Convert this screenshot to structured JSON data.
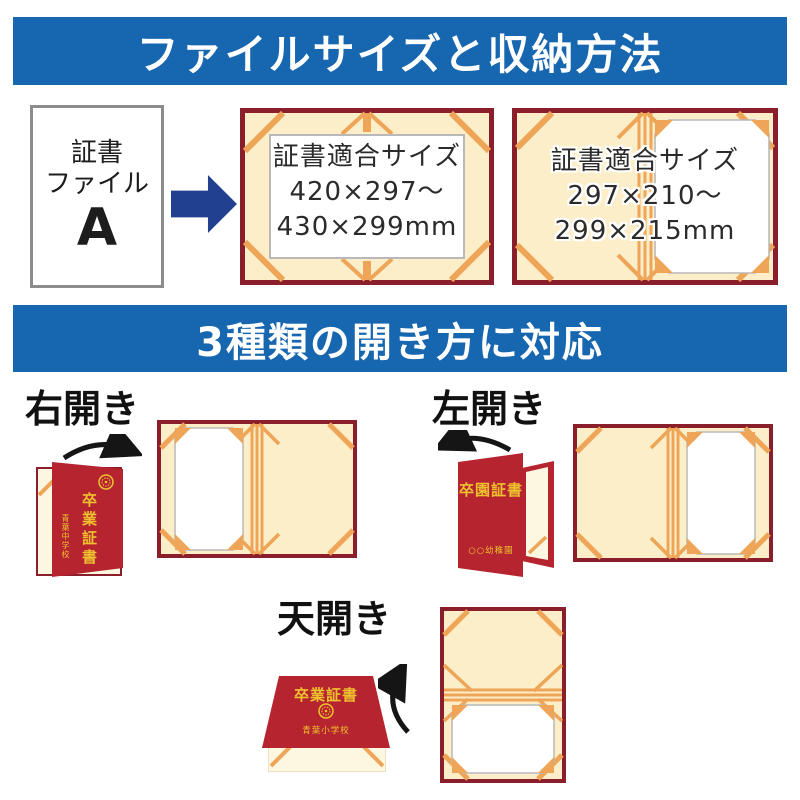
{
  "colors": {
    "banner_blue": "#1766b0",
    "arrow_navy": "#21408f",
    "folder_maroon": "#8a1f2b",
    "folder_cream": "#fbeec9",
    "ribbon_tan": "#efa557",
    "cover_red": "#b5242f",
    "gold_text": "#eec22f"
  },
  "banner_top": {
    "title": "ファイルサイズと収納方法"
  },
  "file_box": {
    "line1": "証書",
    "line2": "ファイル",
    "line3": "A"
  },
  "folder_a3": {
    "title": "証書適合サイズ",
    "size_from": "420×297〜",
    "size_to": "430×299mm"
  },
  "folder_a4": {
    "title": "証書適合サイズ",
    "size_from": "297×210〜",
    "size_to": "299×215mm"
  },
  "banner_openings": {
    "title": "3種類の開き方に対応"
  },
  "opening_right": {
    "label": "右開き",
    "cover_title": "卒業証書",
    "cover_school": "青葉中学校"
  },
  "opening_left": {
    "label": "左開き",
    "cover_title": "卒園証書",
    "cover_school": "○○幼稚園"
  },
  "opening_top": {
    "label": "天開き",
    "cover_title": "卒業証書",
    "cover_school": "青葉小学校"
  }
}
